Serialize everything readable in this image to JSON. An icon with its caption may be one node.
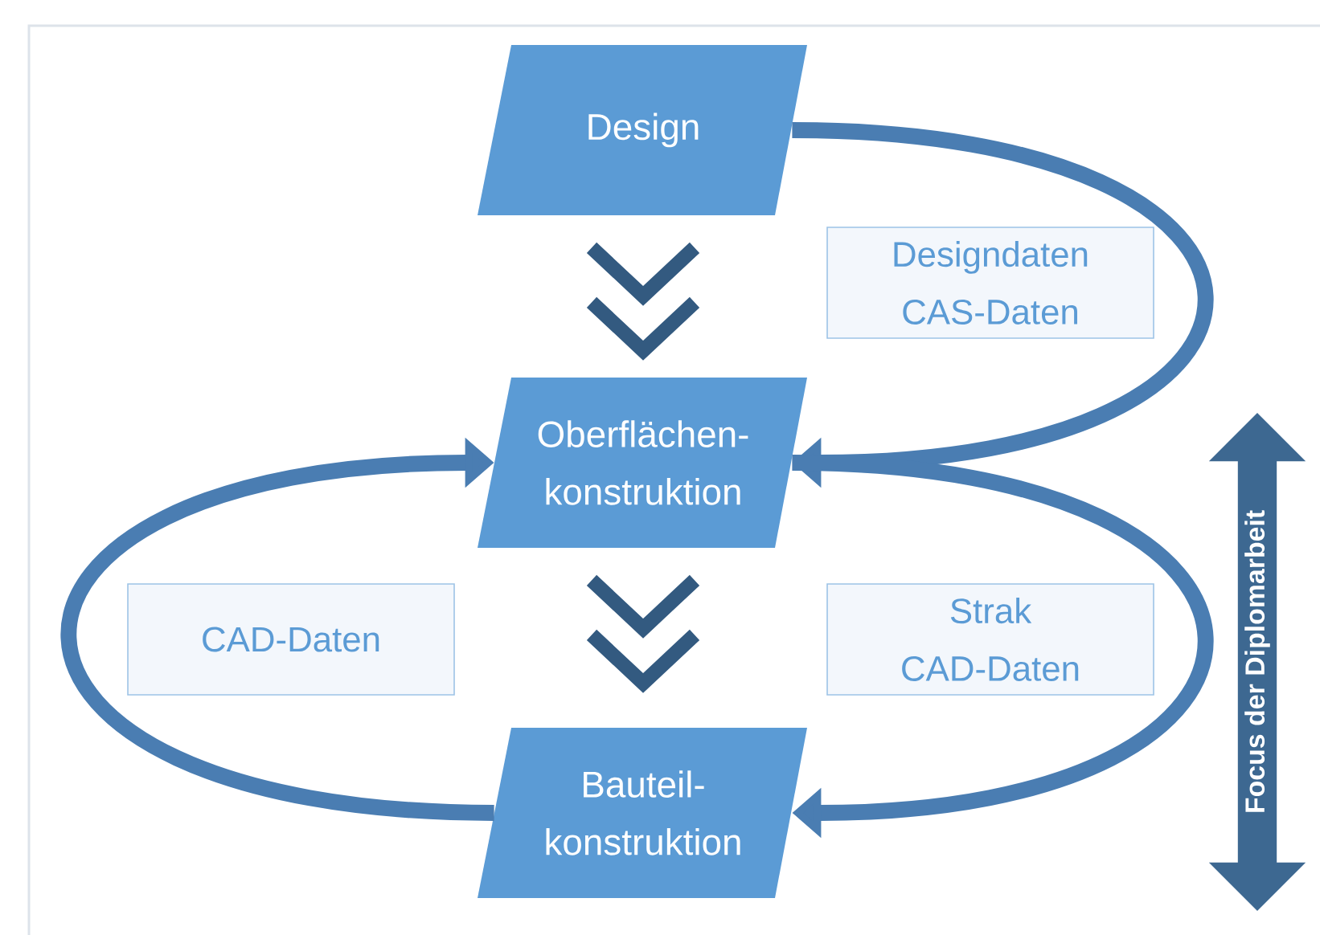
{
  "diagram": {
    "nodes": [
      {
        "text": [
          "Design"
        ]
      },
      {
        "text": [
          "Oberflächen- konstruktion"
        ]
      },
      {
        "text": [
          "Bauteil- konstruktion"
        ]
      },
      {
        "text": [
          "Designdaten CAS-Daten"
        ]
      },
      {
        "text": [
          "CAD-Daten"
        ]
      },
      {
        "text": [
          "Strak CAD-Daten"
        ]
      },
      {
        "text": [
          "Focus der Diplomarbeit"
        ]
      }
    ],
    "edges": [
      {
        "from": 0,
        "to": 1,
        "arrow": "to"
      },
      {
        "from": 1,
        "to": 2,
        "arrow": "to"
      },
      {
        "from": 0,
        "to": 1,
        "arrow": "to"
      },
      {
        "from": 1,
        "to": 2,
        "arrow": "to"
      },
      {
        "from": 2,
        "to": 1,
        "arrow": "to"
      }
    ]
  }
}
